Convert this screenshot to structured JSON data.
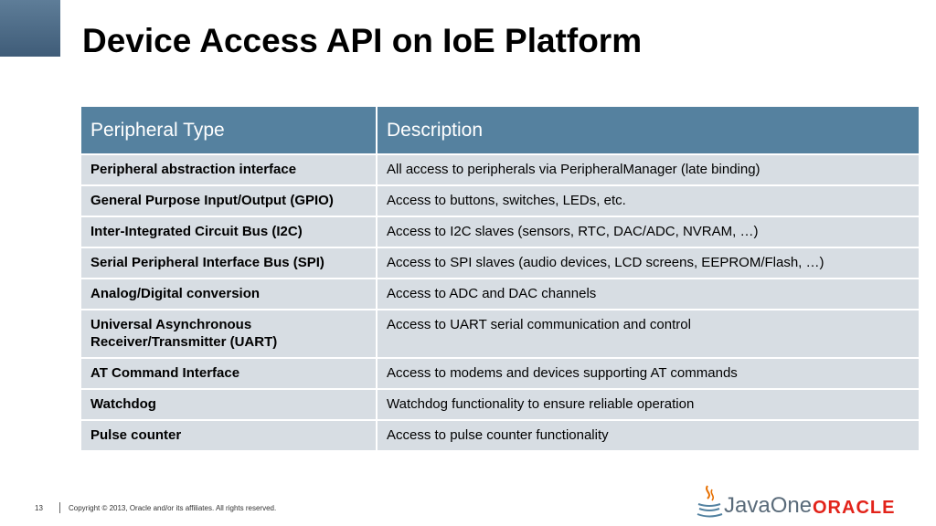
{
  "slide": {
    "title": "Device Access API on IoE Platform"
  },
  "table": {
    "headers": [
      "Peripheral Type",
      "Description"
    ],
    "rows": [
      {
        "type": "Peripheral abstraction interface",
        "description": "All access to peripherals via PeripheralManager (late binding)"
      },
      {
        "type": "General Purpose Input/Output (GPIO)",
        "description": "Access to buttons, switches, LEDs, etc."
      },
      {
        "type": "Inter-Integrated Circuit Bus (I2C)",
        "description": "Access to I2C slaves (sensors, RTC, DAC/ADC, NVRAM, …)"
      },
      {
        "type": "Serial Peripheral Interface Bus (SPI)",
        "description": "Access to SPI slaves (audio devices, LCD screens, EEPROM/Flash, …)"
      },
      {
        "type": "Analog/Digital conversion",
        "description": "Access to ADC and DAC channels"
      },
      {
        "type": "Universal Asynchronous Receiver/Transmitter (UART)",
        "description": "Access to UART serial communication and control"
      },
      {
        "type": "AT Command Interface",
        "description": "Access to modems and devices supporting AT commands"
      },
      {
        "type": "Watchdog",
        "description": "Watchdog functionality to ensure reliable operation"
      },
      {
        "type": "Pulse counter",
        "description": "Access to pulse counter functionality"
      }
    ]
  },
  "footer": {
    "page_number": "13",
    "copyright": "Copyright © 2013, Oracle and/or its affiliates. All rights reserved."
  },
  "logos": {
    "javaone_text": "JavaOne",
    "oracle_text": "ORACLE",
    "oracle_color": "#e2231a",
    "header_color": "#55819f",
    "row_color": "#d7dde3"
  }
}
